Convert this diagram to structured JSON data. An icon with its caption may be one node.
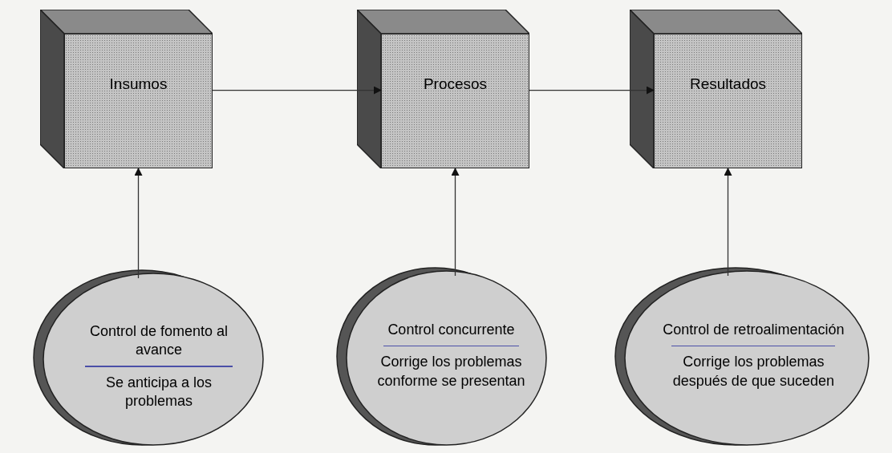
{
  "diagram": {
    "nodes": [
      {
        "text": [
          "Insumos"
        ]
      },
      {
        "text": [
          "Procesos"
        ]
      },
      {
        "text": [
          "Resultados"
        ]
      },
      {
        "text": [
          "Control de fomento al avance",
          "Se anticipa a los problemas"
        ]
      },
      {
        "text": [
          "Control concurrente",
          "Corrige los problemas conforme se presentan"
        ]
      },
      {
        "text": [
          "Control de retroalimentación",
          "Corrige los problemas después de que suceden"
        ]
      }
    ],
    "edges": [
      {
        "from": 0,
        "to": 1,
        "arrow": "to"
      },
      {
        "from": 1,
        "to": 2,
        "arrow": "to"
      },
      {
        "from": 3,
        "to": 0,
        "arrow": "to"
      },
      {
        "from": 4,
        "to": 1,
        "arrow": "to"
      },
      {
        "from": 5,
        "to": 2,
        "arrow": "to"
      }
    ]
  }
}
